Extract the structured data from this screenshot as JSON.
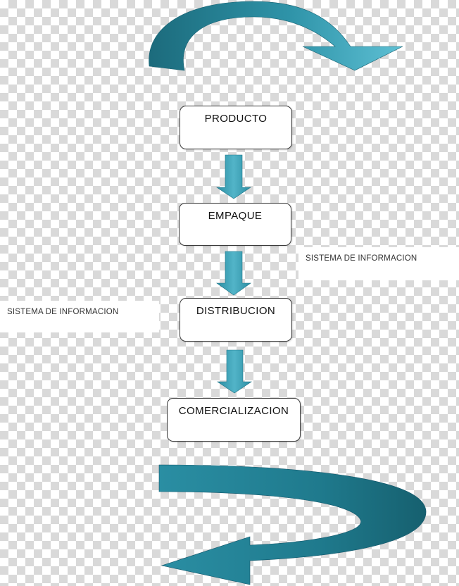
{
  "colors": {
    "arrow_dark": "#1e7182",
    "arrow_mid": "#2f93a8",
    "arrow_light": "#5fc0d4",
    "box_border": "#3a3a3a"
  },
  "steps": [
    {
      "label": "PRODUCTO"
    },
    {
      "label": "EMPAQUE"
    },
    {
      "label": "DISTRIBUCION"
    },
    {
      "label": "COMERCIALIZACION"
    }
  ],
  "notes": [
    {
      "label": "SISTEMA DE INFORMACION"
    },
    {
      "label": "SISTEMA DE INFORMACION"
    }
  ]
}
